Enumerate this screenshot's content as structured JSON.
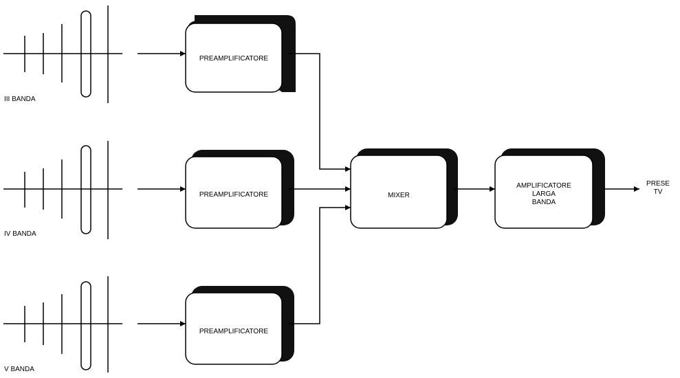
{
  "antennas": [
    {
      "label": "III BANDA"
    },
    {
      "label": "IV BANDA"
    },
    {
      "label": "V BANDA"
    }
  ],
  "preamps": [
    {
      "label": "PREAMPLIFICATORE"
    },
    {
      "label": "PREAMPLIFICATORE"
    },
    {
      "label": "PREAMPLIFICATORE"
    }
  ],
  "mixer": {
    "label": "MIXER"
  },
  "amplifier": {
    "line1": "AMPLIFICATORE",
    "line2": "LARGA",
    "line3": "BANDA"
  },
  "output": {
    "line1": "PRESE",
    "line2": "TV"
  },
  "colors": {
    "stroke": "#000000",
    "shadow": "#111111",
    "box_fill": "#ffffff"
  }
}
